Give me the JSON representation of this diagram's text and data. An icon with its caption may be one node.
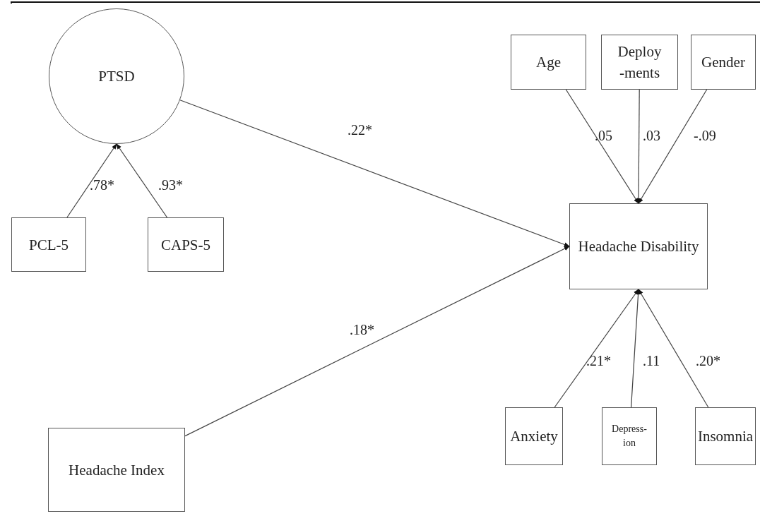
{
  "diagram": {
    "nodes": [
      {
        "text": [
          "PTSD"
        ]
      },
      {
        "text": [
          "PCL-5"
        ]
      },
      {
        "text": [
          "CAPS-5"
        ]
      },
      {
        "text": [
          "Age"
        ]
      },
      {
        "text": [
          "Deploy -ments"
        ]
      },
      {
        "text": [
          "Gender"
        ]
      },
      {
        "text": [
          "Headache Disability"
        ]
      },
      {
        "text": [
          "Anxiety"
        ]
      },
      {
        "text": [
          "Depress- ion"
        ]
      },
      {
        "text": [
          "Insomnia"
        ]
      },
      {
        "text": [
          "Headache Index"
        ]
      }
    ],
    "edges": [
      {
        "from": 1,
        "to": 0,
        "arrow": "to",
        "label": ".78*"
      },
      {
        "from": 2,
        "to": 0,
        "arrow": "to",
        "label": ".93*"
      },
      {
        "from": 0,
        "to": 6,
        "arrow": "to",
        "label": ".22*"
      },
      {
        "from": 10,
        "to": 6,
        "arrow": "to",
        "label": ".18*"
      },
      {
        "from": 3,
        "to": 6,
        "arrow": "to",
        "label": ".05"
      },
      {
        "from": 4,
        "to": 6,
        "arrow": "to",
        "label": ".03"
      },
      {
        "from": 5,
        "to": 6,
        "arrow": "to",
        "label": "-.09"
      },
      {
        "from": 7,
        "to": 6,
        "arrow": "to",
        "label": ".21*"
      },
      {
        "from": 8,
        "to": 6,
        "arrow": "to",
        "label": ".11"
      },
      {
        "from": 9,
        "to": 6,
        "arrow": "to",
        "label": ".20*"
      }
    ]
  }
}
